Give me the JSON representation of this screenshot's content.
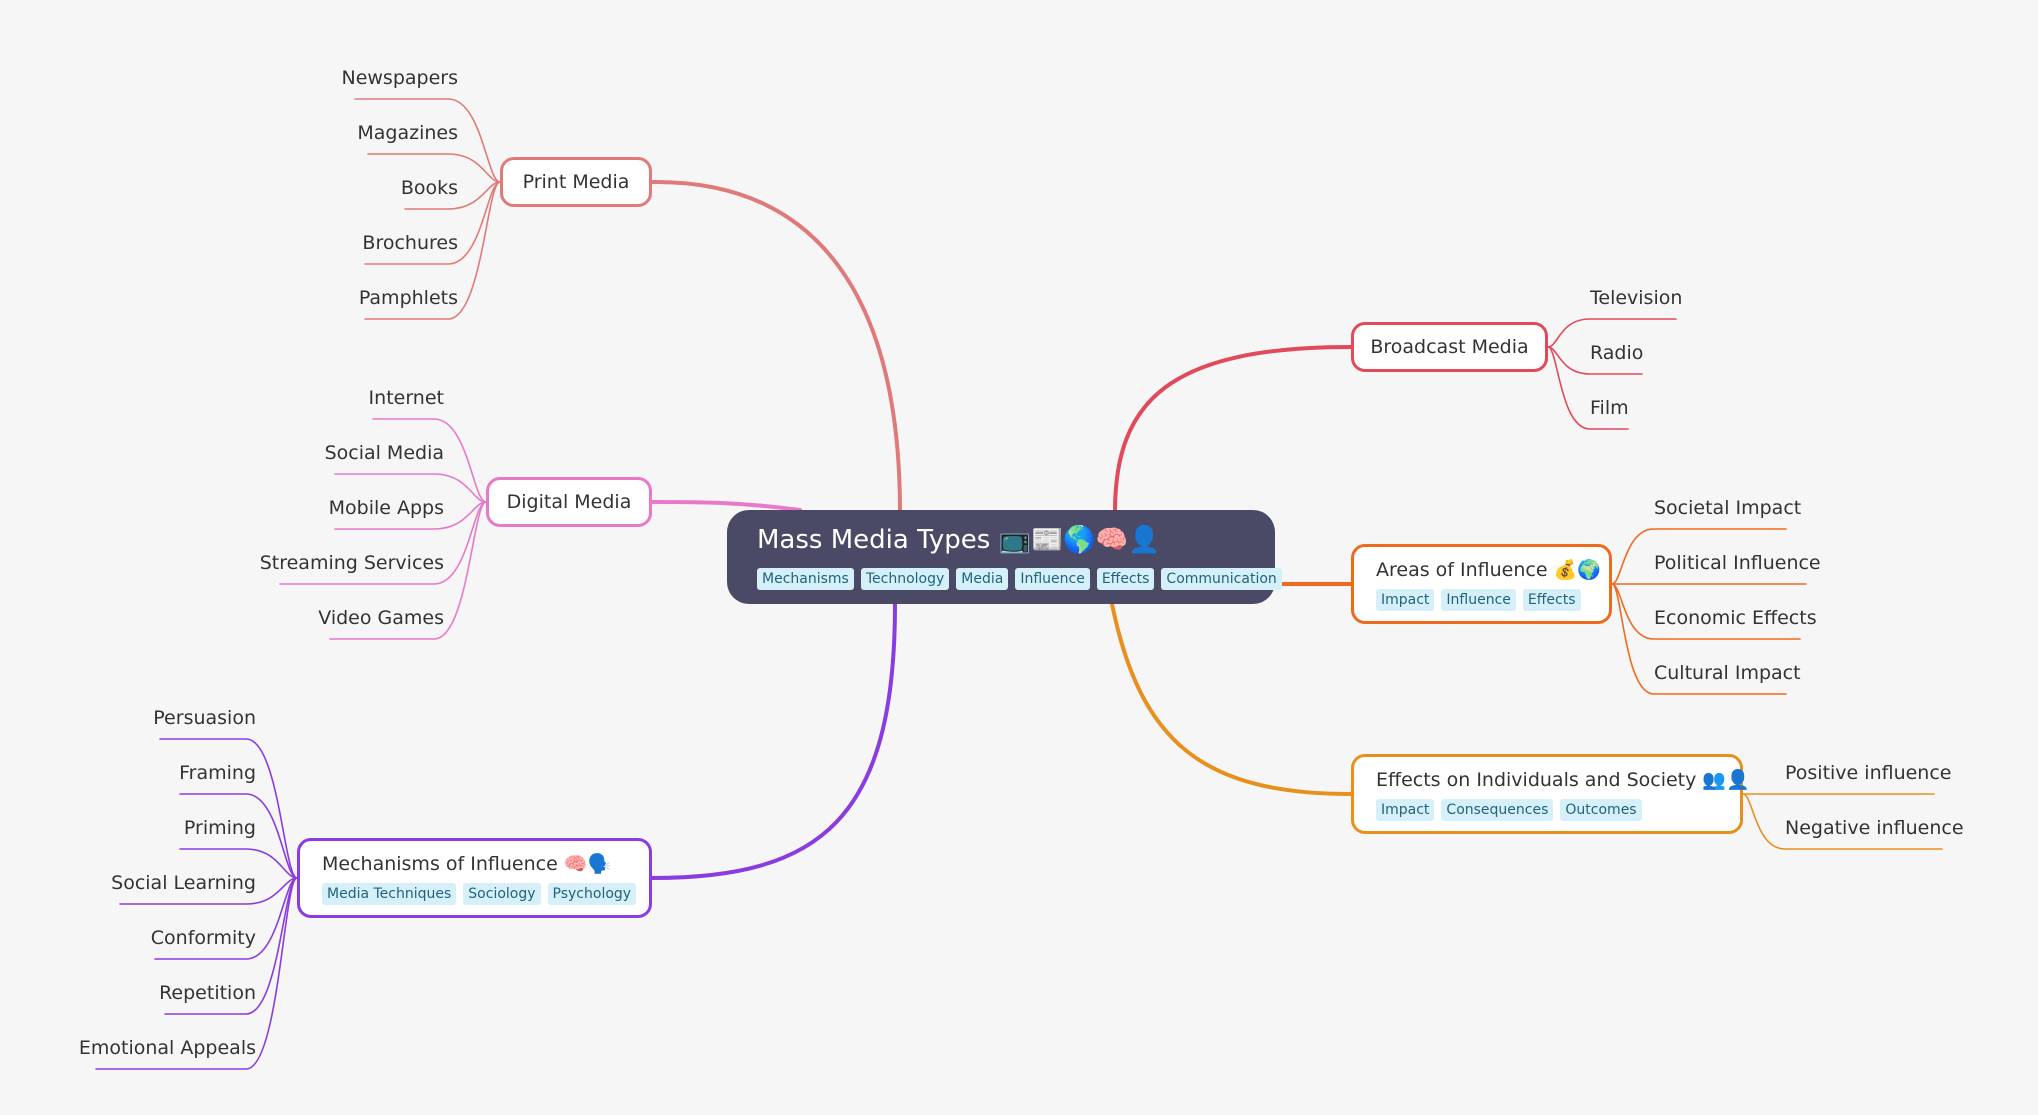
{
  "root": {
    "title": "Mass Media Types 📺📰🌎🧠👤",
    "tags": [
      "Mechanisms",
      "Technology",
      "Media",
      "Influence",
      "Effects",
      "Communication"
    ]
  },
  "branches": {
    "print_media": {
      "label": "Print Media",
      "color": "#e07a7a",
      "children": [
        "Newspapers",
        "Magazines",
        "Books",
        "Brochures",
        "Pamphlets"
      ]
    },
    "digital_media": {
      "label": "Digital Media",
      "color": "#e879c8",
      "children": [
        "Internet",
        "Social Media",
        "Mobile Apps",
        "Streaming Services",
        "Video Games"
      ]
    },
    "mechanisms": {
      "label": "Mechanisms of Influence 🧠🗣️",
      "tags": [
        "Media Techniques",
        "Sociology",
        "Psychology"
      ],
      "color": "#8a3ce0",
      "children": [
        "Persuasion",
        "Framing",
        "Priming",
        "Social Learning",
        "Conformity",
        "Repetition",
        "Emotional Appeals"
      ]
    },
    "broadcast_media": {
      "label": "Broadcast Media",
      "color": "#e04a5a",
      "children": [
        "Television",
        "Radio",
        "Film"
      ]
    },
    "areas_of_influence": {
      "label": "Areas of Influence 💰🌍",
      "tags": [
        "Impact",
        "Influence",
        "Effects"
      ],
      "color": "#f06a1e",
      "children": [
        "Societal Impact",
        "Political Influence",
        "Economic Effects",
        "Cultural Impact"
      ]
    },
    "effects": {
      "label": "Effects on Individuals and Society 👥👤",
      "tags": [
        "Impact",
        "Consequences",
        "Outcomes"
      ],
      "color": "#e8901e",
      "children": [
        "Positive influence",
        "Negative influence"
      ]
    }
  }
}
